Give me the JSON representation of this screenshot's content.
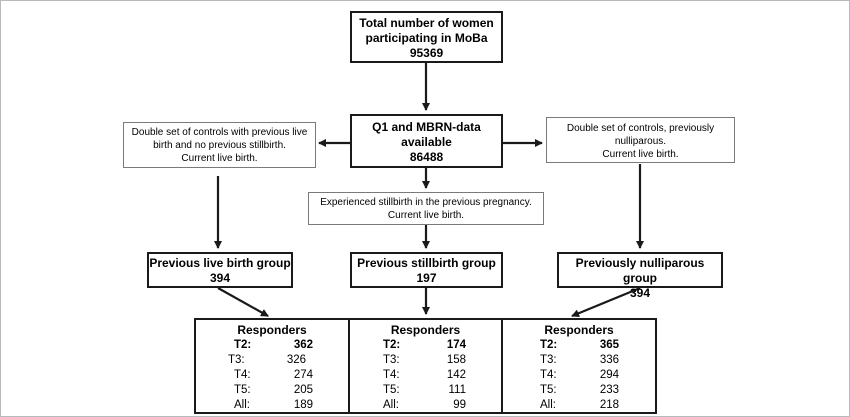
{
  "top_box": {
    "lines": [
      "Total number of women",
      "participating in MoBa",
      "95369"
    ]
  },
  "data_box": {
    "lines": [
      "Q1 and MBRN-data",
      "available",
      "86488"
    ]
  },
  "left_note": {
    "lines": [
      "Double set of controls with previous live",
      "birth and no previous stillbirth.",
      "Current live birth."
    ]
  },
  "right_note": {
    "lines": [
      "Double set of controls, previously",
      "nulliparous.",
      "Current live birth."
    ]
  },
  "middle_note": {
    "lines": [
      "Experienced stillbirth in the previous pregnancy.",
      "Current live birth."
    ]
  },
  "groups": [
    {
      "name": "Previous live birth group",
      "count": "394"
    },
    {
      "name": "Previous stillbirth group",
      "count": "197"
    },
    {
      "name": "Previously nulliparous group",
      "count": "394"
    }
  ],
  "responders": [
    {
      "title": "Responders",
      "rows": [
        {
          "label": "T2:",
          "value": "362"
        },
        {
          "label": "T3:",
          "value": "326"
        },
        {
          "label": "T4:",
          "value": "274"
        },
        {
          "label": "T5:",
          "value": "205"
        },
        {
          "label": "All:",
          "value": "189"
        }
      ]
    },
    {
      "title": "Responders",
      "rows": [
        {
          "label": "T2:",
          "value": "174"
        },
        {
          "label": "T3:",
          "value": "158"
        },
        {
          "label": "T4:",
          "value": "142"
        },
        {
          "label": "T5:",
          "value": "111"
        },
        {
          "label": "All:",
          "value": "99"
        }
      ]
    },
    {
      "title": "Responders",
      "rows": [
        {
          "label": "T2:",
          "value": "365"
        },
        {
          "label": "T3:",
          "value": "336"
        },
        {
          "label": "T4:",
          "value": "294"
        },
        {
          "label": "T5:",
          "value": "233"
        },
        {
          "label": "All:",
          "value": "218"
        }
      ]
    }
  ]
}
